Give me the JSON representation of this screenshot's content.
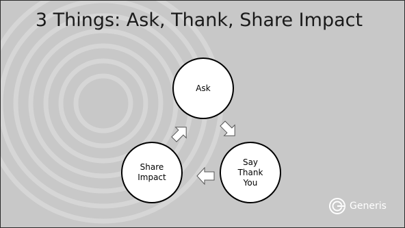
{
  "slide": {
    "title": "3 Things: Ask, Thank, Share Impact",
    "background_color": "#c8c8c8",
    "node_fill": "#ffffff",
    "node_stroke": "#000000"
  },
  "cycle": {
    "nodes": [
      {
        "label": "Ask"
      },
      {
        "label": "Say\nThank\nYou"
      },
      {
        "label": "Share\nImpact"
      }
    ],
    "arrows": [
      {
        "from": "Ask",
        "to": "Say Thank You",
        "icon": "arrow-right-down-icon"
      },
      {
        "from": "Say Thank You",
        "to": "Share Impact",
        "icon": "arrow-left-icon"
      },
      {
        "from": "Share Impact",
        "to": "Ask",
        "icon": "arrow-right-up-icon"
      }
    ]
  },
  "logo": {
    "text": "Generis",
    "icon": "generis-logo-icon"
  }
}
